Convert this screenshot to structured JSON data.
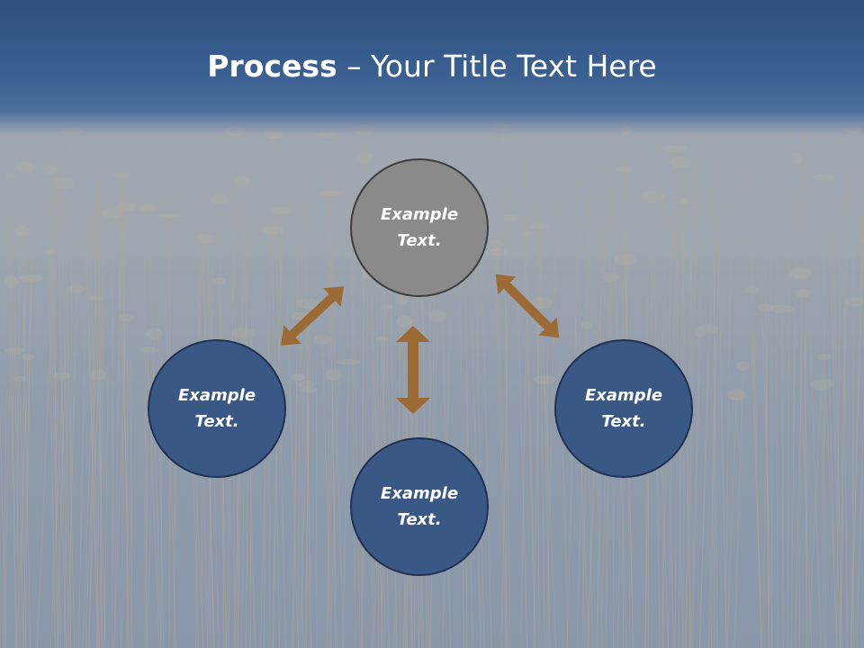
{
  "title": {
    "bold": "Process",
    "rest": " – Your Title Text Here"
  },
  "nodes": [
    {
      "id": "top",
      "text": "Example\nText."
    },
    {
      "id": "left",
      "text": "Example\nText."
    },
    {
      "id": "right",
      "text": "Example\nText."
    },
    {
      "id": "bottom",
      "text": "Example\nText."
    }
  ],
  "colors": {
    "title_band": "#3a5f91",
    "node_blue": "#3a5886",
    "node_gray": "#8a8a8a",
    "arrow": "#9b6a35"
  }
}
